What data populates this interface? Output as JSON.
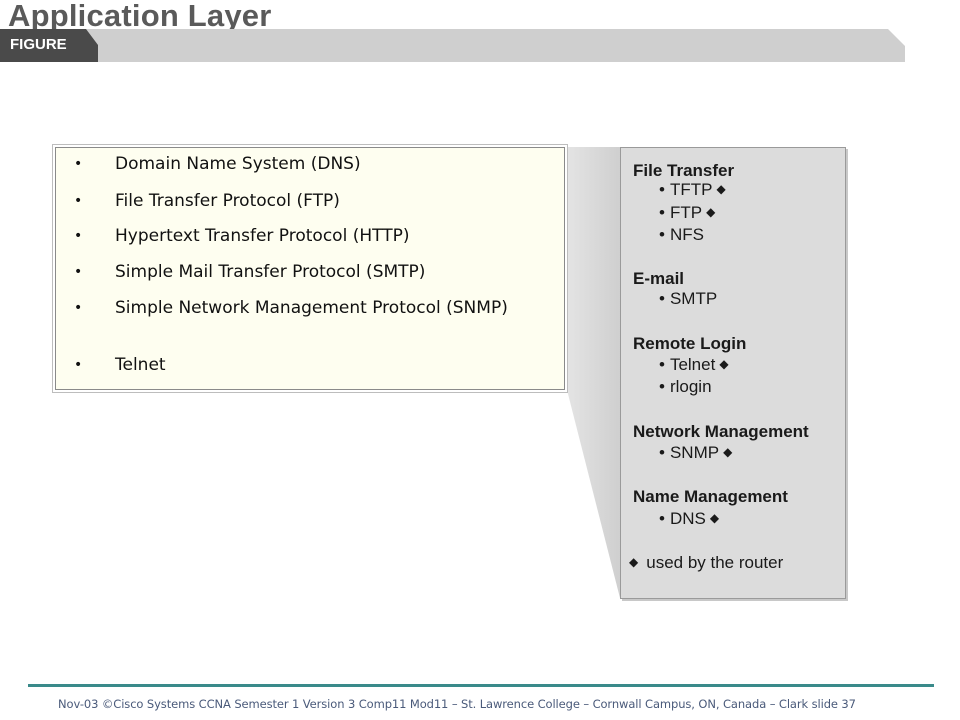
{
  "header": {
    "title": "Application Layer",
    "figure_label": "FIGURE"
  },
  "protocol_list": [
    "Domain Name System (DNS)",
    "File Transfer Protocol (FTP)",
    "Hypertext Transfer Protocol (HTTP)",
    "Simple Mail Transfer Protocol (SMTP)",
    "Simple Network Management Protocol (SNMP)",
    "Telnet"
  ],
  "bullet_glyph": "•",
  "legend": {
    "sections": [
      {
        "heading": "File Transfer",
        "items": [
          {
            "label": "TFTP",
            "router": true
          },
          {
            "label": "FTP",
            "router": true
          },
          {
            "label": "NFS",
            "router": false
          }
        ]
      },
      {
        "heading": "E-mail",
        "items": [
          {
            "label": "SMTP",
            "router": false
          }
        ]
      },
      {
        "heading": "Remote Login",
        "items": [
          {
            "label": "Telnet",
            "router": true
          },
          {
            "label": "rlogin",
            "router": false
          }
        ]
      },
      {
        "heading": "Network Management",
        "items": [
          {
            "label": "SNMP",
            "router": true
          }
        ]
      },
      {
        "heading": "Name Management",
        "items": [
          {
            "label": "DNS",
            "router": true
          }
        ]
      }
    ],
    "item_bullet": "•",
    "diamond_glyph": "◆",
    "note": "used by the router"
  },
  "footer": {
    "text": "Nov-03 ©Cisco Systems CCNA Semester 1 Version 3 Comp11 Mod11 – St. Lawrence College – Cornwall Campus, ON, Canada – Clark slide 37"
  },
  "colors": {
    "title": "#5a5a5a",
    "banner_dark": "#4a4a4a",
    "banner_light": "#cfcfcf",
    "list_bg": "#fefef0",
    "legend_bg": "#dcdcdc",
    "footer_rule": "#3a8a8a",
    "footer_text": "#4a5a7a"
  }
}
